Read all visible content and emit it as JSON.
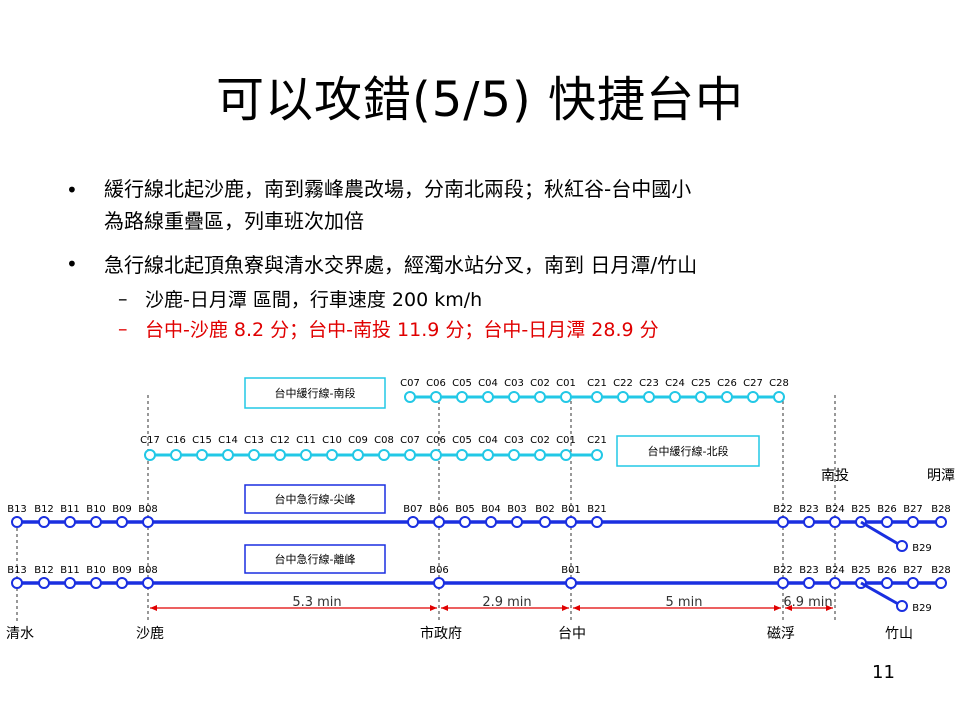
{
  "slide": {
    "title": "可以攻錯(5/5) 快捷台中",
    "bullets": [
      {
        "line1": "緩行線北起沙鹿，南到霧峰農改場，分南北兩段；秋紅谷-台中國小",
        "line2": "為路線重疊區，列車班次加倍"
      },
      {
        "line1": "急行線北起頂魚寮與清水交界處，經濁水站分叉，南到 日月潭/竹山"
      }
    ],
    "subbullets": [
      {
        "text": "沙鹿-日月潭 區間，行車速度 200 km/h"
      },
      {
        "text": "台中-沙鹿 8.2 分；台中-南投 11.9 分；台中-日月潭 28.9 分"
      }
    ],
    "page_number": "11"
  },
  "diagram": {
    "colors": {
      "local": "#22c8e6",
      "express": "#1a2fe0",
      "red": "#e00000"
    },
    "label_south": "台中緩行線-南段",
    "label_north": "台中緩行線-北段",
    "label_express_peak": "台中急行線-尖峰",
    "label_express_offpeak": "台中急行線-離峰",
    "local_south_stations": [
      "C07",
      "C06",
      "C05",
      "C04",
      "C03",
      "C02",
      "C01",
      "C21",
      "C22",
      "C23",
      "C24",
      "C25",
      "C26",
      "C27",
      "C28"
    ],
    "local_north_stations": [
      "C17",
      "C16",
      "C15",
      "C14",
      "C13",
      "C12",
      "C11",
      "C10",
      "C09",
      "C08",
      "C07",
      "C06",
      "C05",
      "C04",
      "C03",
      "C02",
      "C01",
      "C21"
    ],
    "peak_stations": [
      "B13",
      "B12",
      "B11",
      "B10",
      "B09",
      "B08",
      "B07",
      "B06",
      "B05",
      "B04",
      "B03",
      "B02",
      "B01",
      "B21",
      "B22",
      "B23",
      "B24",
      "B25",
      "B26",
      "B27",
      "B28"
    ],
    "offpeak_stations": [
      "B13",
      "B12",
      "B11",
      "B10",
      "B09",
      "B08",
      "B06",
      "B01",
      "B22",
      "B23",
      "B24",
      "B25",
      "B26",
      "B27",
      "B28"
    ],
    "branch_station": "B29",
    "places": [
      "清水",
      "沙鹿",
      "市政府",
      "台中",
      "磁浮",
      "竹山"
    ],
    "top_places": [
      "南投",
      "明潭"
    ],
    "segments": [
      "5.3 min",
      "2.9 min",
      "5 min",
      "6.9 min"
    ]
  }
}
